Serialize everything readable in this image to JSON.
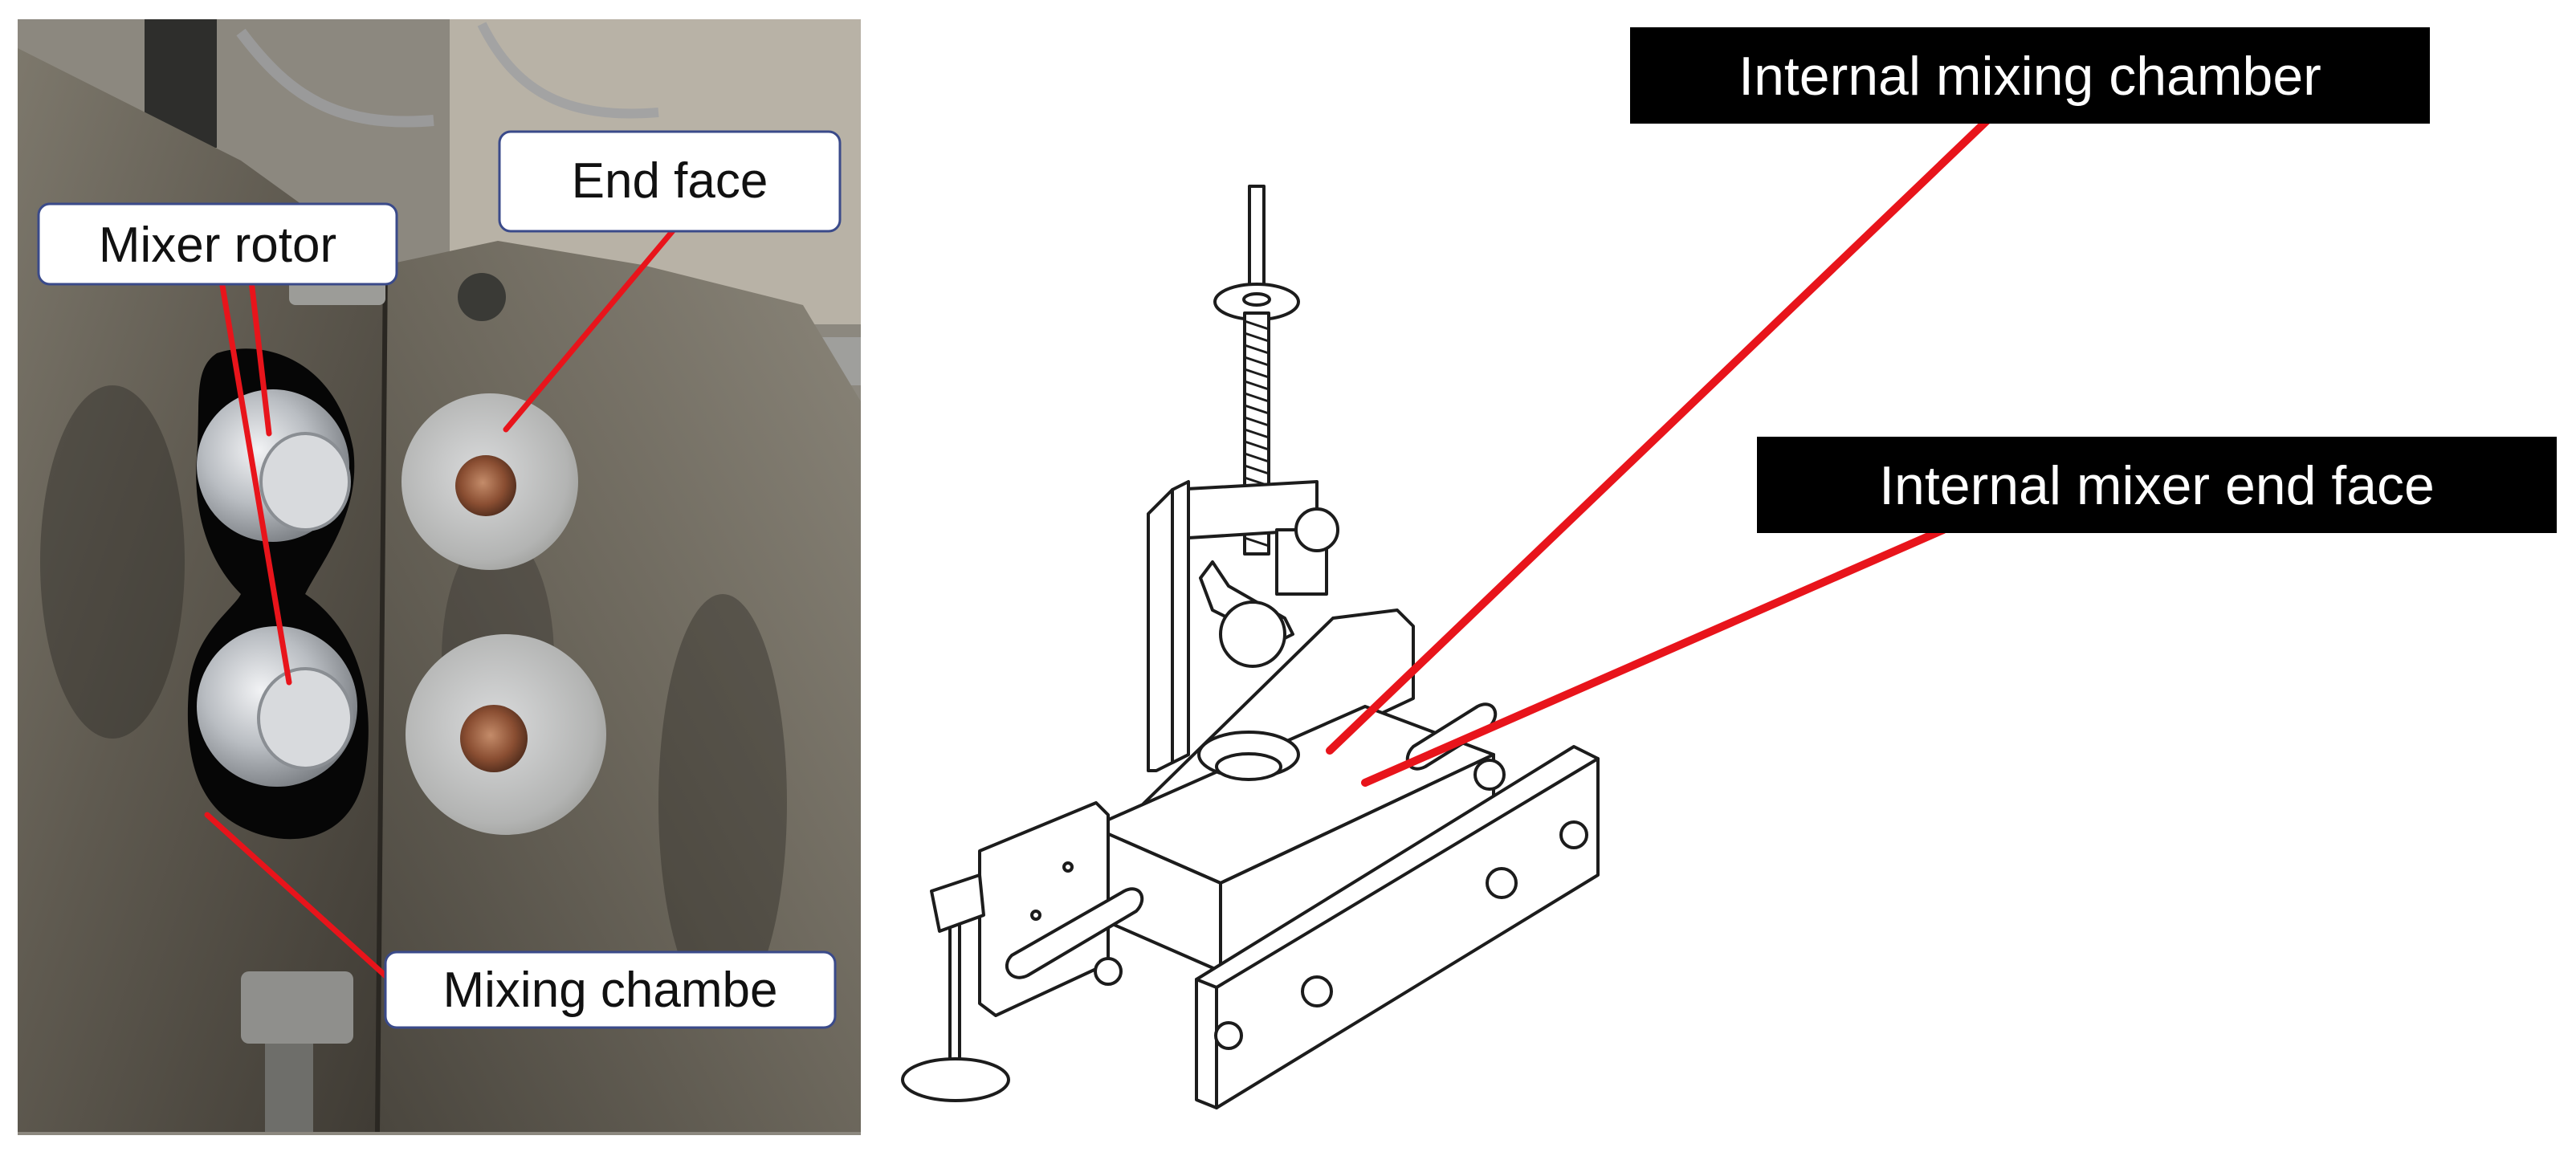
{
  "photo_panel": {
    "labels": {
      "mixer_rotor": "Mixer rotor",
      "end_face": "End face",
      "mixing_chamber": "Mixing chambe"
    }
  },
  "drawing_panel": {
    "labels": {
      "internal_mixing_chamber": "Internal mixing chamber",
      "internal_mixer_end_face": "Internal mixer end face"
    }
  },
  "colors": {
    "leader_line": "#e8141b",
    "label_box_fill": "#ffffff",
    "label_box_border": "#3a4a8a",
    "dark_label_fill": "#000000",
    "dark_label_text": "#ffffff",
    "metal_plate": "#6f6a60",
    "bore_interior": "#0a0a0a",
    "rotor_steel": "#c9ccd0"
  }
}
